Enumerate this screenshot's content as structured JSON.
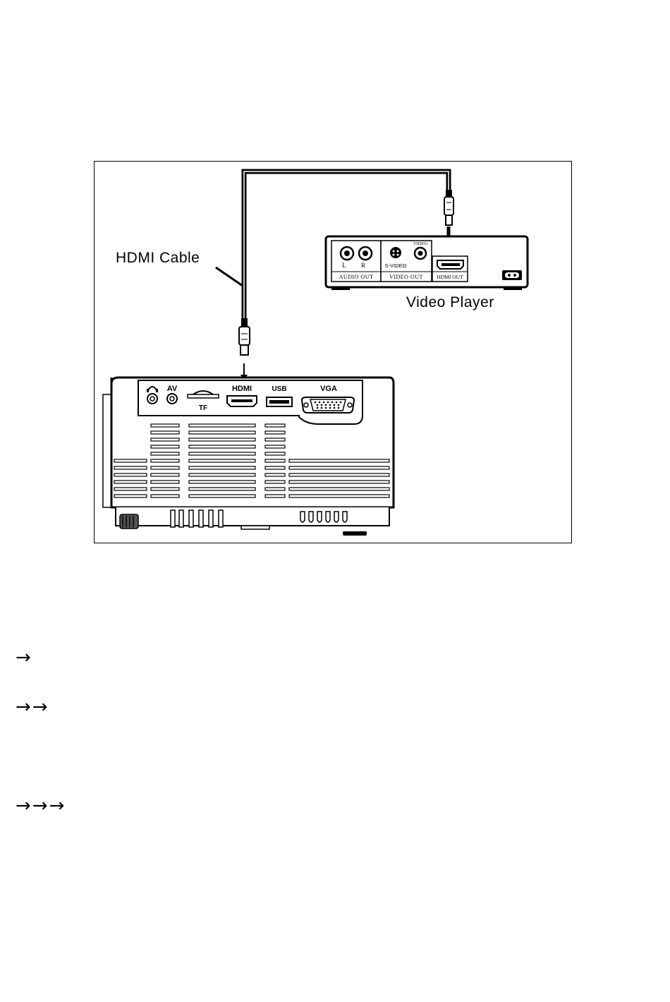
{
  "diagram": {
    "cable_label": "HDMI Cable",
    "player_label": "Video Player",
    "player_panel": {
      "audio_left": "L",
      "audio_right": "R",
      "audio_out": "AUDIO OUT",
      "s_video": "S-VIDEO",
      "video": "VIDEO",
      "video_out": "VIDEO OUT",
      "hdmi_out": "HDMI OUT"
    },
    "projector_ports": {
      "av": "AV",
      "tf": "TF",
      "hdmi": "HDMI",
      "usb": "USB",
      "vga": "VGA"
    }
  },
  "steps": [
    {
      "arrows": "→"
    },
    {
      "arrows": "→→"
    },
    {
      "arrows": "→→→"
    }
  ],
  "icons": {
    "headphone": "headphone-icon",
    "power": "power-socket-icon"
  }
}
